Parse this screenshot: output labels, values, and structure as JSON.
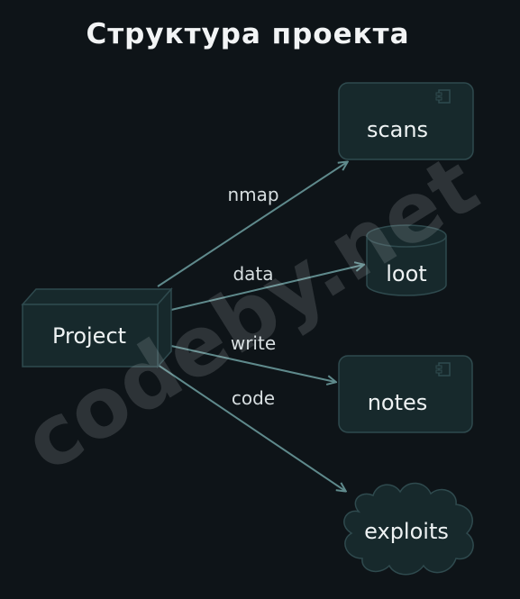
{
  "title": "Структура проекта",
  "watermark": "codeby.net",
  "nodes": {
    "project": {
      "label": "Project",
      "shape": "node-3d"
    },
    "scans": {
      "label": "scans",
      "shape": "component"
    },
    "loot": {
      "label": "loot",
      "shape": "database"
    },
    "notes": {
      "label": "notes",
      "shape": "component"
    },
    "exploits": {
      "label": "exploits",
      "shape": "cloud"
    }
  },
  "edges": [
    {
      "from": "Project",
      "to": "scans",
      "label": "nmap"
    },
    {
      "from": "Project",
      "to": "loot",
      "label": "data"
    },
    {
      "from": "Project",
      "to": "notes",
      "label": "write"
    },
    {
      "from": "Project",
      "to": "exploits",
      "label": "code"
    }
  ],
  "colors": {
    "background": "#0e1418",
    "node_fill": "#17292c",
    "node_border": "#2f4a4e",
    "edge": "#5f8a8c",
    "text": "#eef2f3"
  }
}
